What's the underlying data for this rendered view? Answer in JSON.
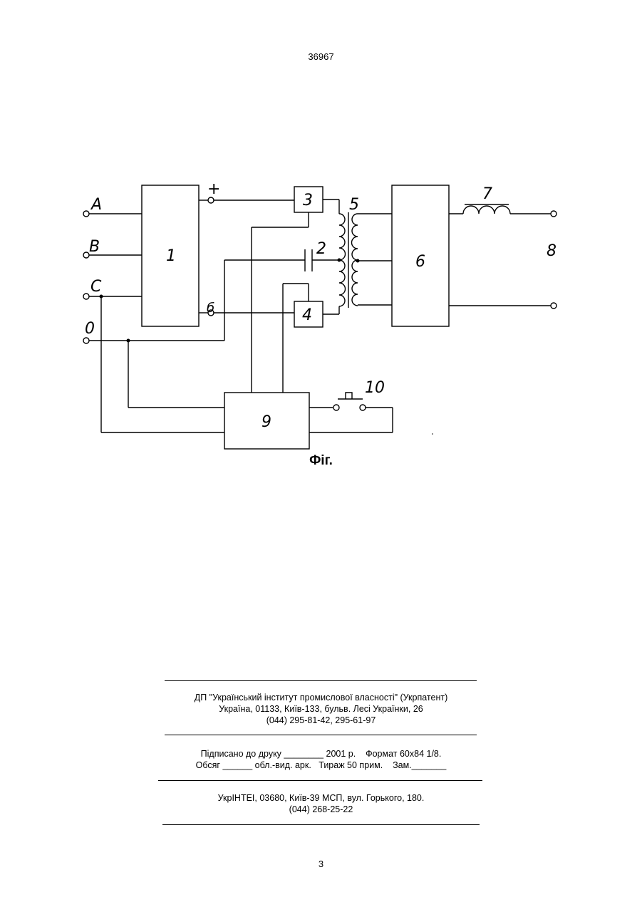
{
  "header": {
    "patent_number": "36967"
  },
  "figure": {
    "caption": "Фіг.",
    "terminals": [
      "A",
      "B",
      "C",
      "0"
    ],
    "polarity_plus": "+",
    "polarity_minus": "б",
    "labels": {
      "b1": "1",
      "c2": "2",
      "b3": "3",
      "b4": "4",
      "t5": "5",
      "b6": "6",
      "l7": "7",
      "o8": "8",
      "b9": "9",
      "s10": "10"
    }
  },
  "imprint": {
    "publisher_lines": [
      "ДП \"Український інститут промислової власності\" (Укрпатент)",
      "Україна, 01133, Київ-133, бульв. Лесі Українки, 26",
      "(044) 295-81-42, 295-61-97"
    ],
    "print_lines": [
      "Підписано до друку ________ 2001 р.    Формат 60х84 1/8.",
      "Обсяг ______ обл.-вид. арк.   Тираж 50 прим.    Зам._______"
    ],
    "printer_lines": [
      "УкрІНТЕІ, 03680, Київ-39 МСП, вул. Горького, 180.",
      "(044) 268-25-22"
    ]
  },
  "footer": {
    "page_number": "3"
  }
}
